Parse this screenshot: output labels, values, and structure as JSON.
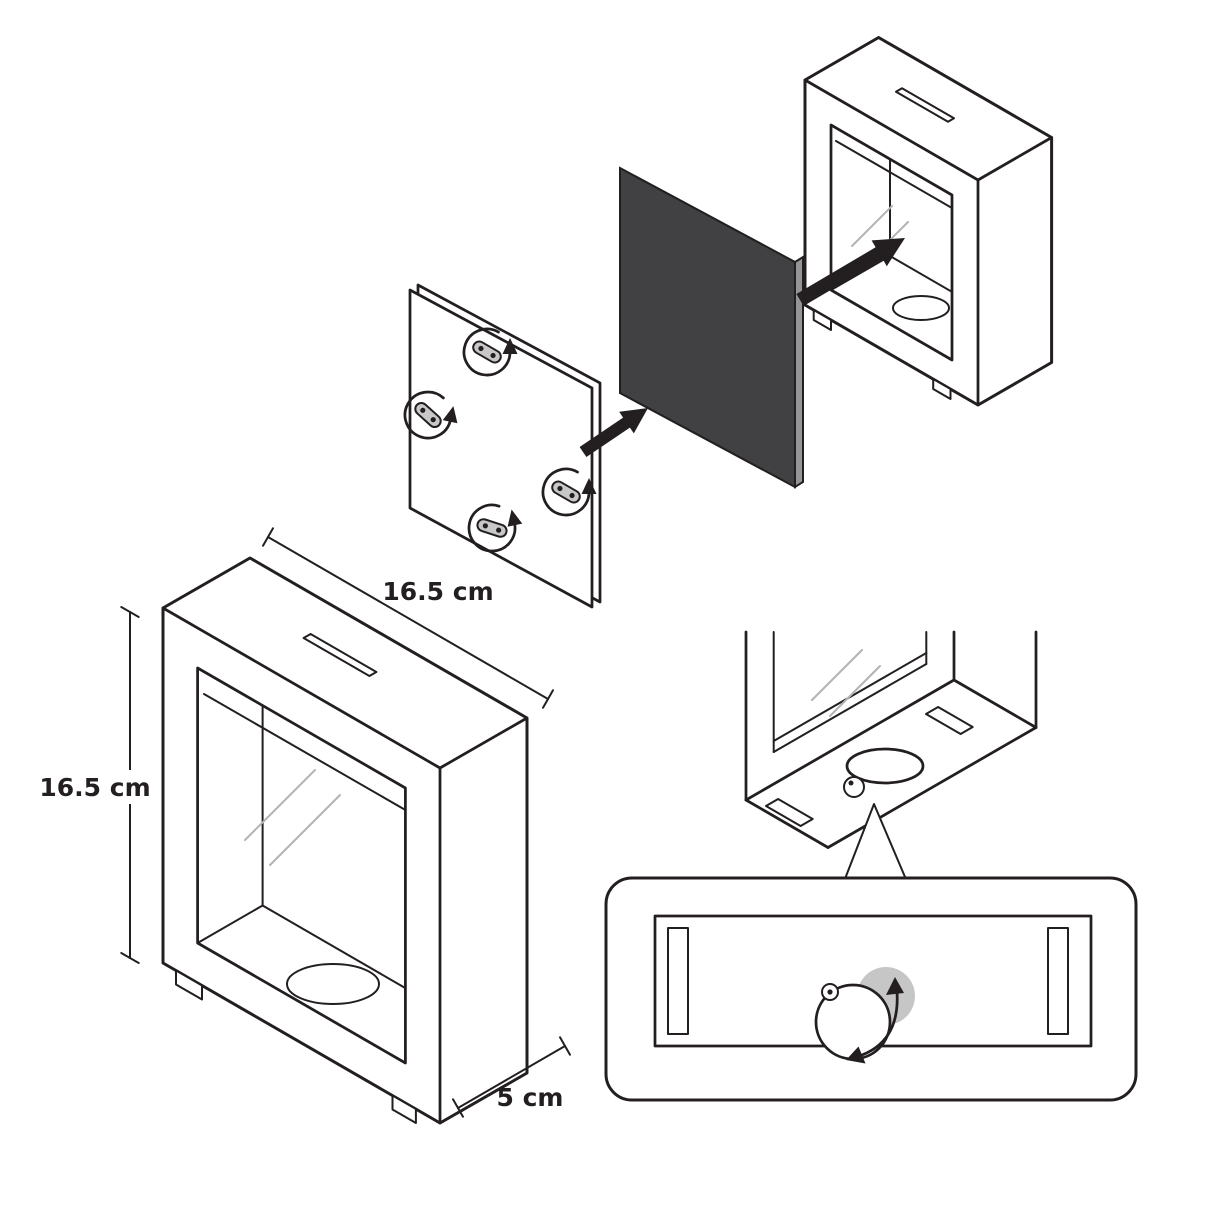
{
  "page": {
    "background": "#ffffff"
  },
  "labels": {
    "width": "16.5 cm",
    "height": "16.5 cm",
    "depth": "5 cm"
  },
  "colors": {
    "line": "#231f20",
    "photo_fill": "#414042",
    "photo_edge_fill": "#939598",
    "clip_fill": "#c8c8c8",
    "hole_fill": "#c6c6c6",
    "glass_line": "#b3b3b3",
    "background": "#ffffff"
  }
}
